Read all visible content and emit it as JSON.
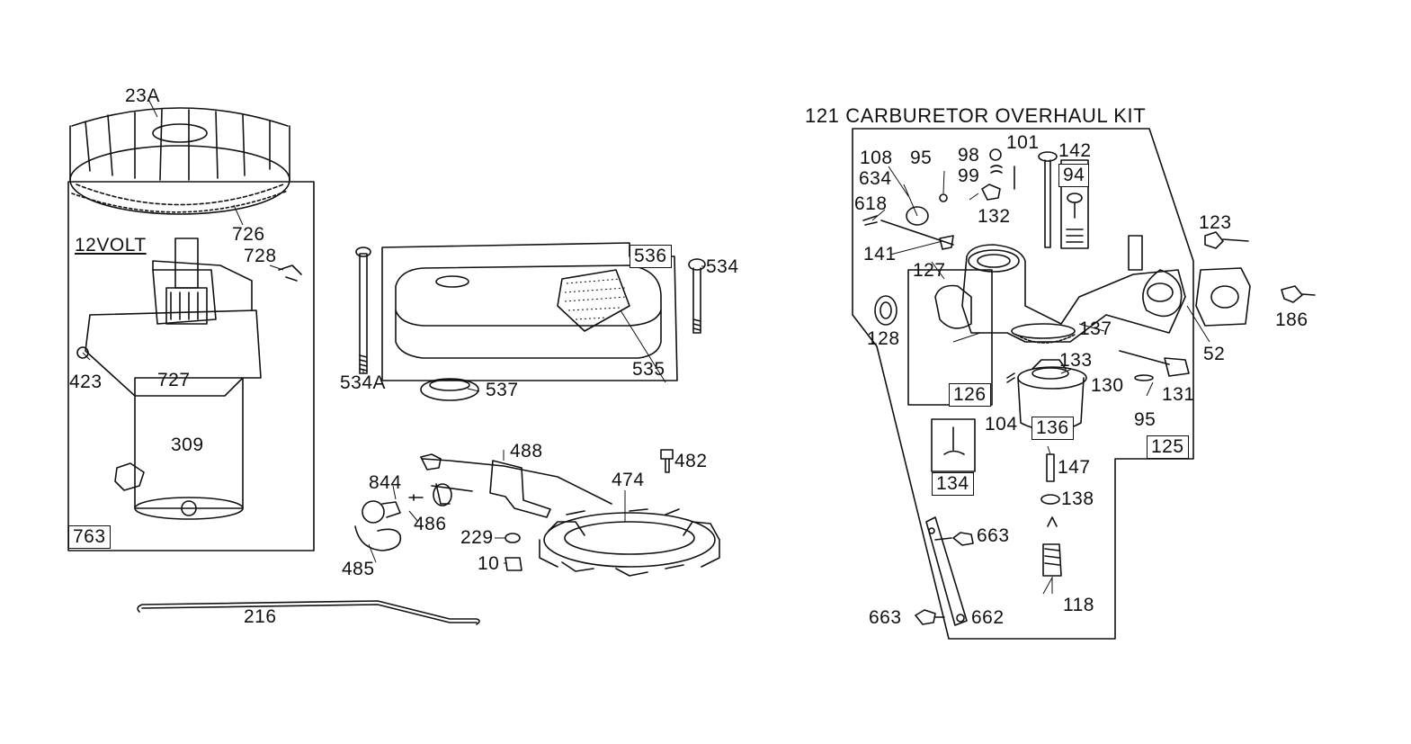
{
  "kit_title": "121 CARBURETOR OVERHAUL KIT",
  "starter_group": {
    "voltage_label": "12VOLT",
    "callouts": [
      "23A",
      "726",
      "728",
      "423",
      "727",
      "309",
      "763"
    ]
  },
  "muffler_group": {
    "callouts": [
      "536",
      "534",
      "534A",
      "535",
      "537"
    ]
  },
  "ignition_group": {
    "callouts": [
      "488",
      "482",
      "474",
      "844",
      "486",
      "485",
      "229",
      "10"
    ]
  },
  "link_rod": {
    "callouts": [
      "216"
    ]
  },
  "carburetor_group": {
    "callouts": [
      "108",
      "634",
      "95",
      "98",
      "99",
      "101",
      "142",
      "94",
      "618",
      "132",
      "141",
      "127",
      "128",
      "137",
      "126",
      "133",
      "104",
      "136",
      "130",
      "131",
      "95",
      "134",
      "125",
      "147",
      "138",
      "663",
      "663",
      "662",
      "118",
      "123",
      "186",
      "52"
    ]
  }
}
